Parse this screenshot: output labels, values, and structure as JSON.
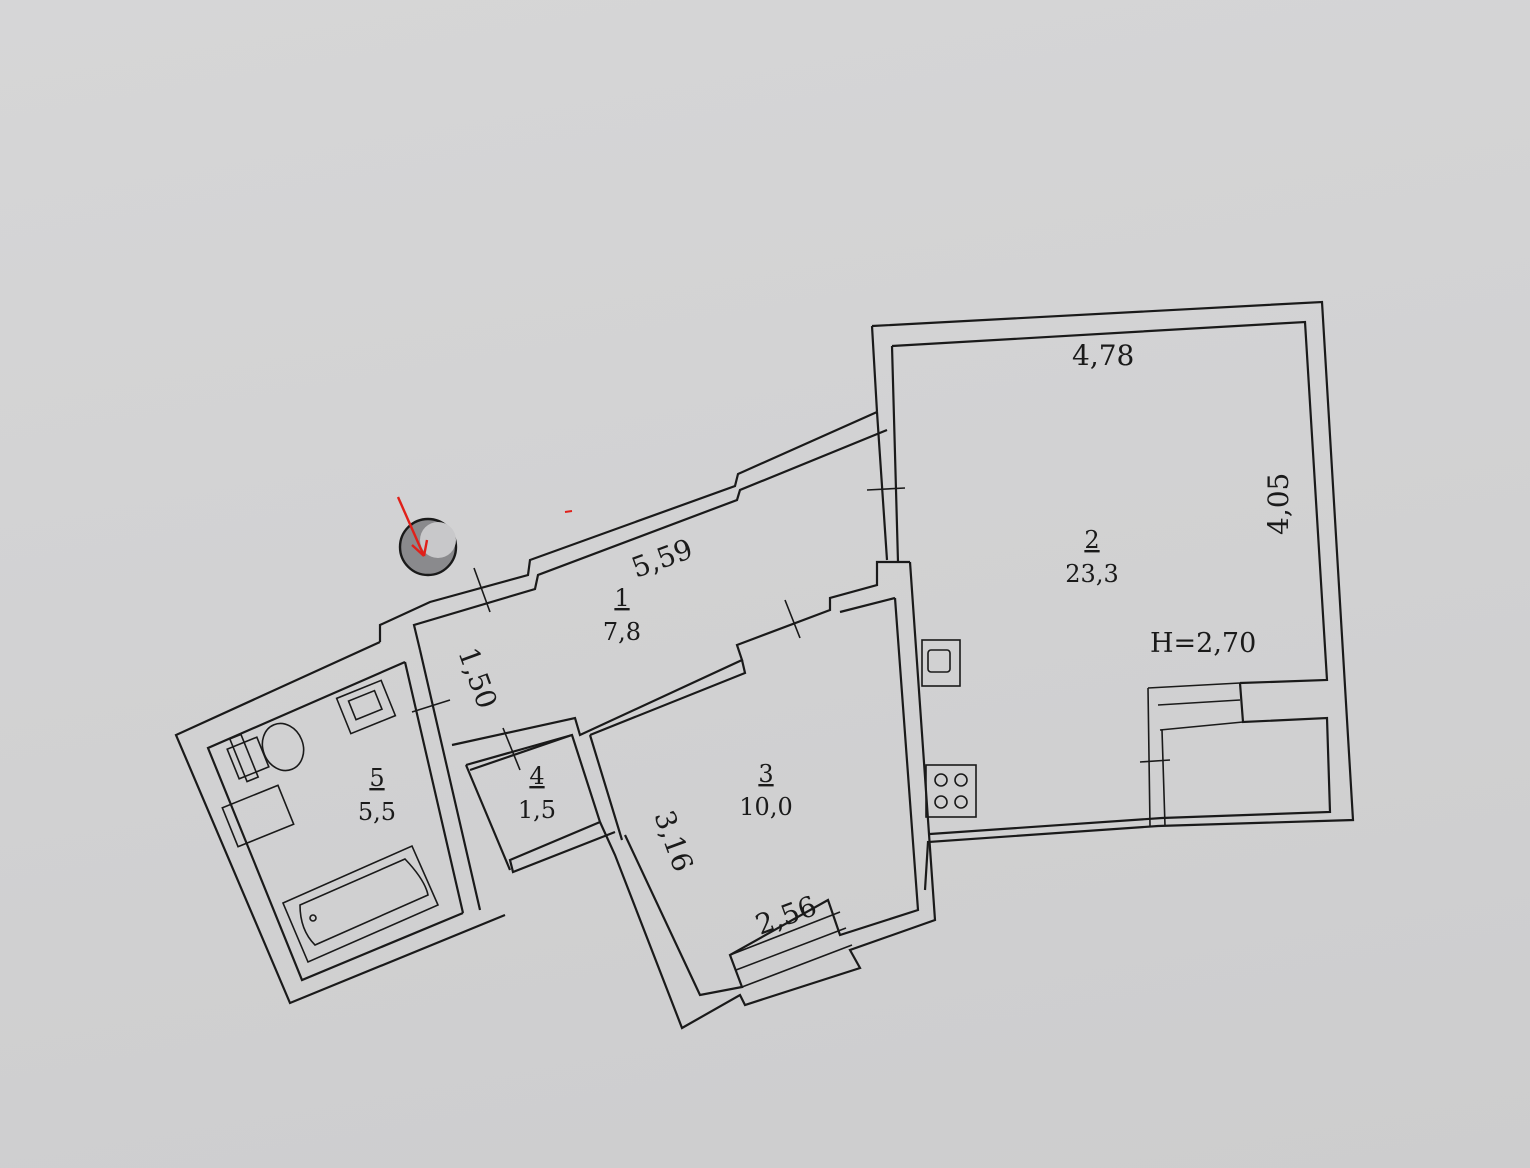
{
  "plan": {
    "colors": {
      "line": "#1a1a1a",
      "paper": "#d3d3d4",
      "marker_fill": "#8a8a8d",
      "arrow": "#e0201a"
    },
    "rooms": [
      {
        "id": "hall",
        "number": "1",
        "area": "7,8"
      },
      {
        "id": "living",
        "number": "2",
        "area": "23,3"
      },
      {
        "id": "bedroom",
        "number": "3",
        "area": "10,0"
      },
      {
        "id": "storage",
        "number": "4",
        "area": "1,5"
      },
      {
        "id": "bathroom",
        "number": "5",
        "area": "5,5"
      }
    ],
    "dimensions": {
      "living_width": "4,78",
      "living_depth": "4,05",
      "hall_length": "5,59",
      "hall_width": "1,50",
      "bedroom_depth": "3,16",
      "bedroom_width": "2,56"
    },
    "ceiling_height": "H=2,70",
    "marker": {
      "icon": "location-marker-icon",
      "pointer": "red-arrow-icon"
    }
  }
}
